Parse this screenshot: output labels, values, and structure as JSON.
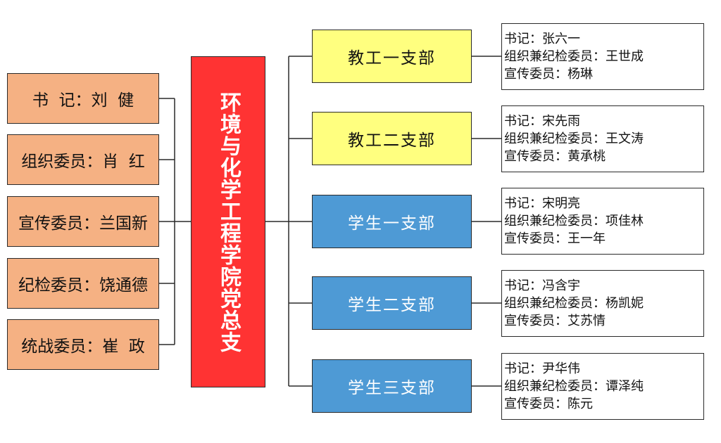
{
  "colors": {
    "officer_fill": "#f5b183",
    "root_fill": "#ff3333",
    "staff_branch_fill": "#ffff7f",
    "student_branch_fill": "#4e9ad5",
    "line": "#2a2a2a"
  },
  "root": {
    "label": "环境与化学工程学院党总支"
  },
  "officers": [
    {
      "label": "书  记：刘  健"
    },
    {
      "label": "组织委员：肖  红"
    },
    {
      "label": "宣传委员：兰国新"
    },
    {
      "label": "纪检委员：饶通德"
    },
    {
      "label": "统战委员：崔  政"
    }
  ],
  "branches": [
    {
      "name": "教工一支部",
      "type": "staff",
      "members": [
        "书记：张六一",
        "组织兼纪检委员：王世成",
        "宣传委员：杨琳"
      ]
    },
    {
      "name": "教工二支部",
      "type": "staff",
      "members": [
        "书记：宋先雨",
        "组织兼纪检委员：王文涛",
        "宣传委员：黄承桃"
      ]
    },
    {
      "name": "学生一支部",
      "type": "student",
      "members": [
        "书记：宋明亮",
        "组织兼纪检委员：项佳林",
        "宣传委员：王一年"
      ]
    },
    {
      "name": "学生二支部",
      "type": "student",
      "members": [
        "书记：冯含宇",
        "组织兼纪检委员：杨凯妮",
        "宣传委员：艾苏情"
      ]
    },
    {
      "name": "学生三支部",
      "type": "student",
      "members": [
        "书记：尹华伟",
        "组织兼纪检委员：谭泽纯",
        "宣传委员：陈元"
      ]
    }
  ]
}
